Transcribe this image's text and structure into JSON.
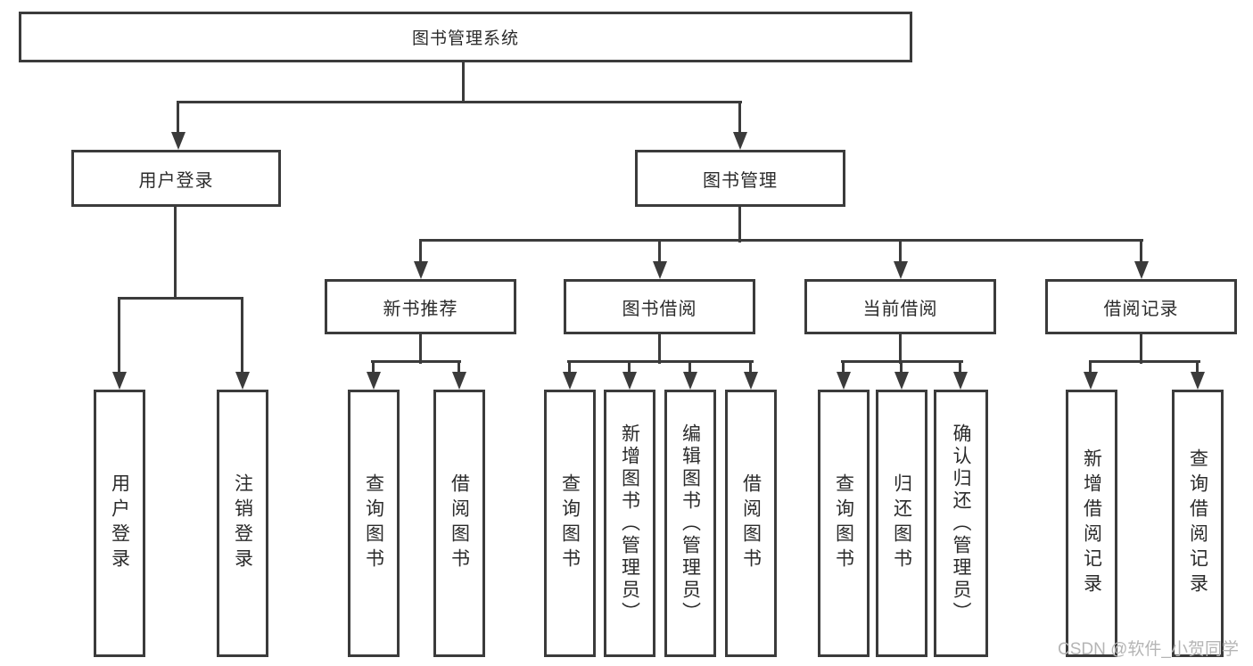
{
  "diagram": {
    "root_label": "图书管理系统",
    "login": {
      "label": "用户登录",
      "children": [
        "用户登录",
        "注销登录"
      ]
    },
    "management": {
      "label": "图书管理",
      "modules": [
        {
          "label": "新书推荐",
          "children": [
            "查询图书",
            "借阅图书"
          ]
        },
        {
          "label": "图书借阅",
          "children": [
            "查询图书",
            "新增图书（管理员）",
            "编辑图书（管理员）",
            "借阅图书"
          ]
        },
        {
          "label": "当前借阅",
          "children": [
            "查询图书",
            "归还图书",
            "确认归还（管理员）"
          ]
        },
        {
          "label": "借阅记录",
          "children": [
            "新增借阅记录",
            "查询借阅记录"
          ]
        }
      ]
    }
  },
  "watermark": {
    "text": "CSDN @软件_小贺同学"
  },
  "colors": {
    "line": "#3b3b3b",
    "text": "#2b2b2b",
    "watermark": "#b5b5b5",
    "bg": "#ffffff"
  }
}
